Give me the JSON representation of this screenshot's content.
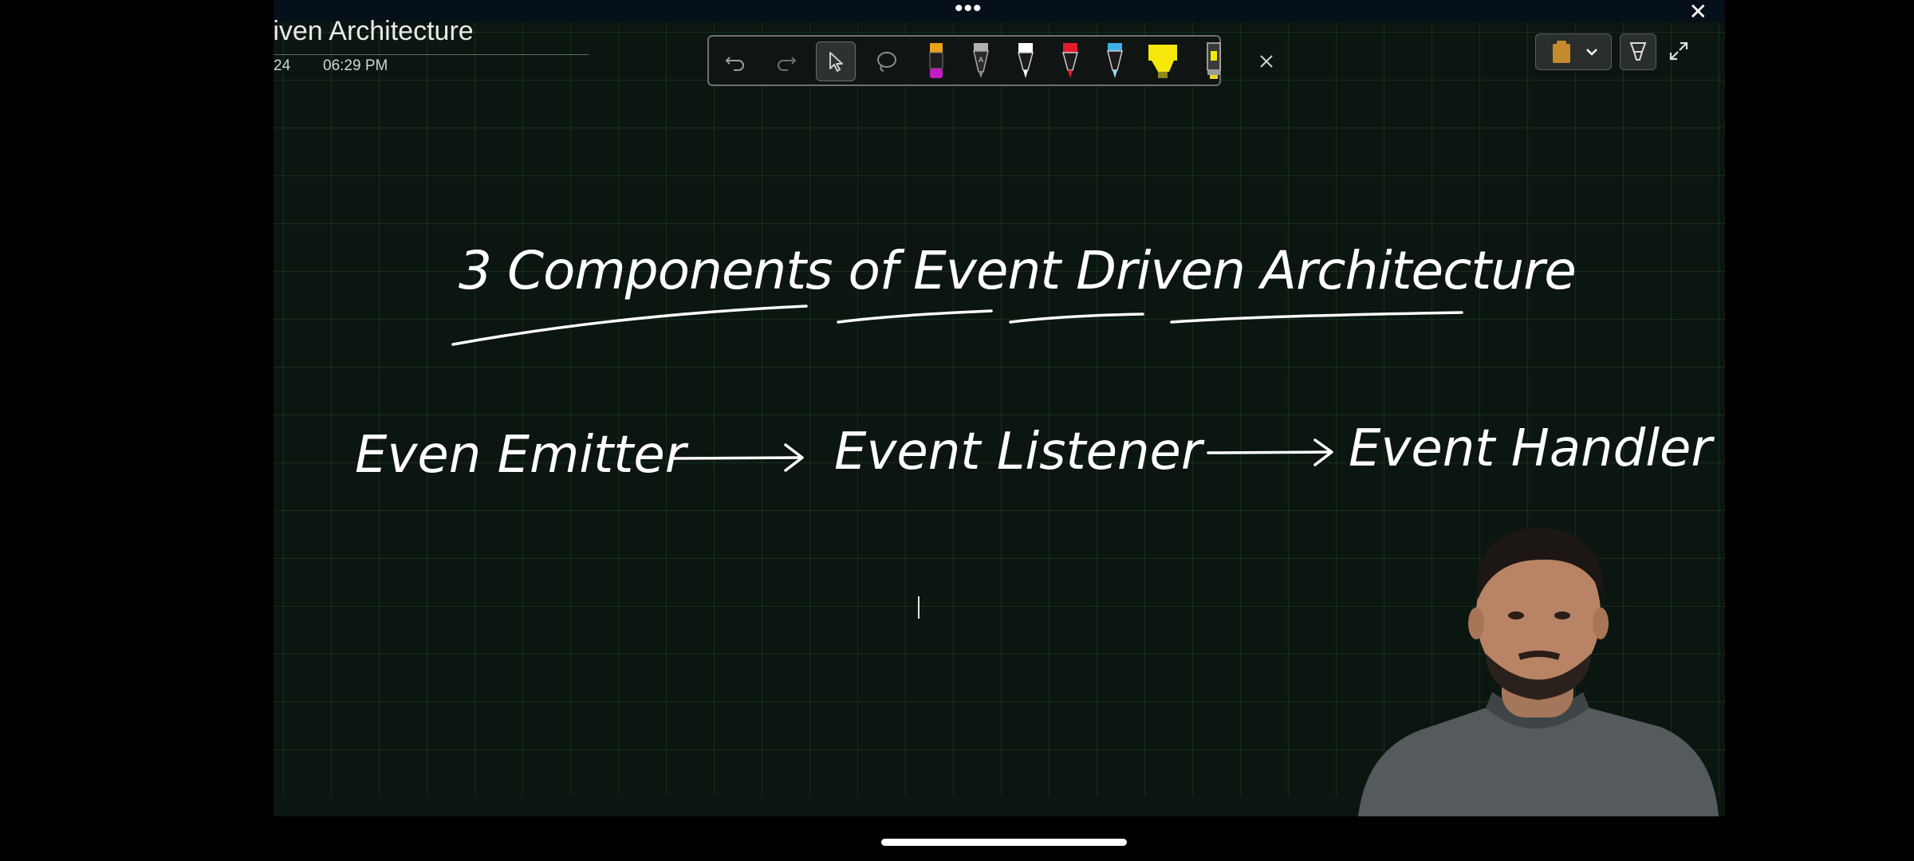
{
  "note": {
    "title": "riven Architecture",
    "date": "24",
    "time": "06:29 PM"
  },
  "toolbar": {
    "tools": [
      {
        "name": "undo-icon"
      },
      {
        "name": "redo-icon"
      },
      {
        "name": "select-icon",
        "selected": true
      },
      {
        "name": "lasso-icon"
      },
      {
        "name": "pen-orange",
        "color": "#e8a21c",
        "tip": "#c21cc2"
      },
      {
        "name": "pen-gray",
        "color": "#9a9a9a"
      },
      {
        "name": "pen-white",
        "color": "#ffffff"
      },
      {
        "name": "pen-red",
        "color": "#e31c2d"
      },
      {
        "name": "pen-blue",
        "color": "#3fb1e8"
      },
      {
        "name": "highlighter-yellow",
        "color": "#f5e60c"
      },
      {
        "name": "pen-yellow-gray",
        "color": "#c9c9a8"
      },
      {
        "name": "close-icon"
      }
    ]
  },
  "canvas": {
    "heading": "3 Components of Event Driven Architecture",
    "flow": [
      "Even Emitter",
      "Event Listener",
      "Event Handler"
    ],
    "ink_color": "#ffffff",
    "background": "#0c1610",
    "grid_color": "#2a4a32"
  },
  "window": {
    "menu_icon": "more-icon",
    "close_icon": "close-icon"
  }
}
